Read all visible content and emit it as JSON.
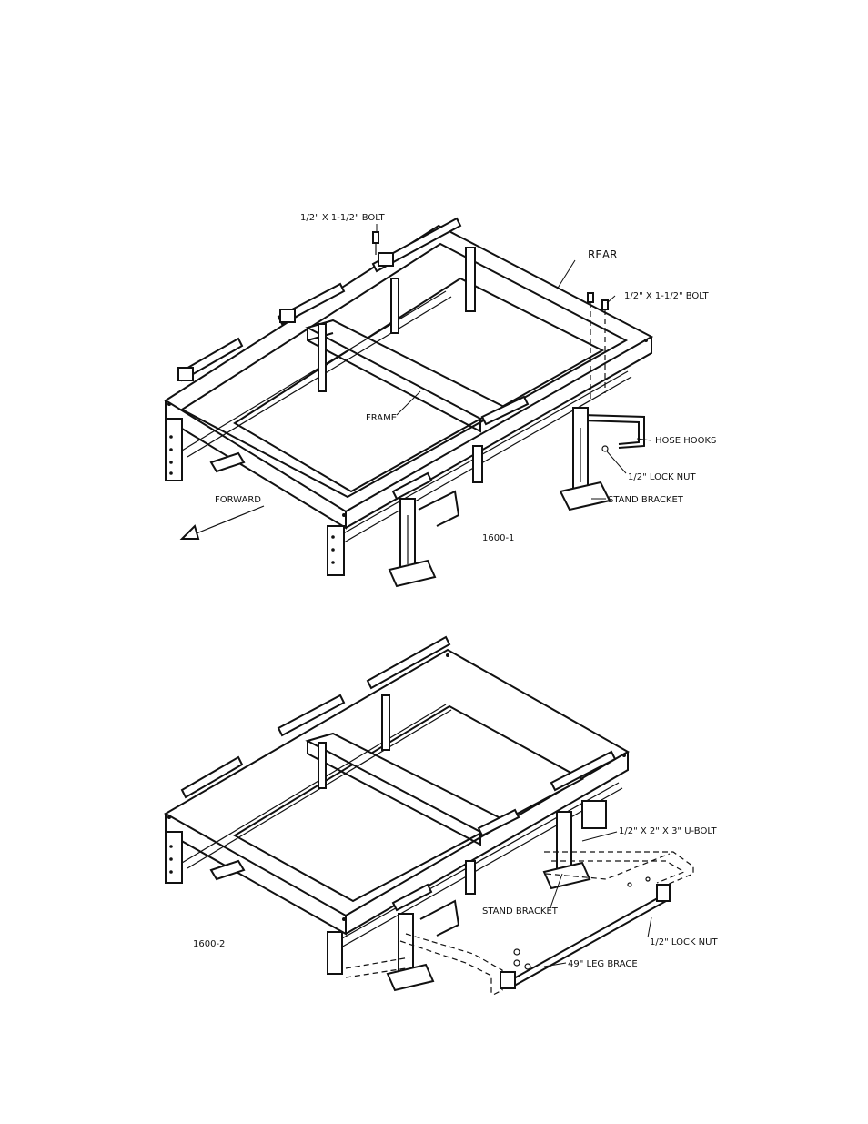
{
  "figure_top": {
    "id": "1600-1",
    "labels": {
      "bolt_left": "1/2\" X 1-1/2\" BOLT",
      "rear": "REAR",
      "bolt_right": "1/2\" X 1-1/2\" BOLT",
      "frame": "FRAME",
      "hose_hooks": "HOSE HOOKS",
      "lock_nut": "1/2\" LOCK NUT",
      "stand_bracket": "STAND BRACKET",
      "forward": "FORWARD"
    }
  },
  "figure_bottom": {
    "id": "1600-2",
    "labels": {
      "u_bolt": "1/2\" X 2\" X 3\" U-BOLT",
      "stand_bracket": "STAND BRACKET",
      "lock_nut": "1/2\" LOCK NUT",
      "leg_brace": "49\" LEG BRACE"
    }
  }
}
